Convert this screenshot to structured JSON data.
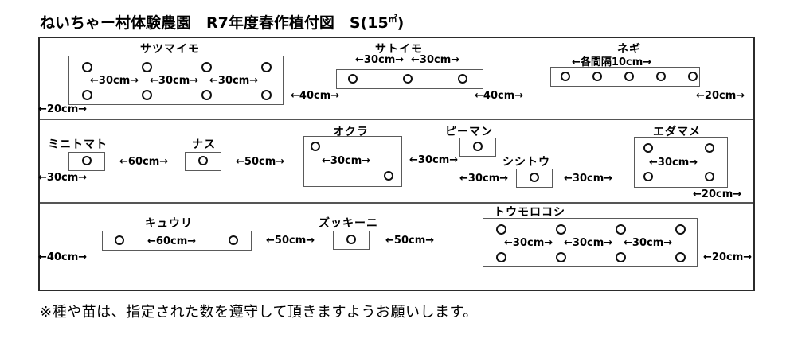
{
  "document": {
    "title_main": "ねいちゃー村体験農園　R7年度春作植付図　S(15",
    "title_unit": "㎡",
    "title_tail": ")",
    "title_full": "ねいちゃー村体験農園　R7年度春作植付図　S(15㎡)",
    "footer_note": "※種や苗は、指定された数を遵守して頂きますようお願いします。"
  },
  "colors": {
    "frame_border": "#2b2b2b",
    "row_divider": "#555555",
    "plot_border": "#5a5a5a",
    "dot_border": "#111111",
    "background": "#ffffff",
    "text": "#000000"
  },
  "rows": [
    {
      "name": "row-1",
      "crops": [
        {
          "name": "satsumaimo",
          "label": "サツマイモ",
          "plants": 8,
          "arrangement": "4x2-grid",
          "inner_dims": [
            "←30cm→",
            "←30cm→",
            "←30cm→"
          ],
          "edge_dims": [
            {
              "text": "←40cm→",
              "position": "right"
            },
            {
              "text": "←20cm→",
              "position": "below-left"
            }
          ]
        },
        {
          "name": "satoimo",
          "label": "サトイモ",
          "plants": 3,
          "arrangement": "1x3-row",
          "inner_dims": [
            "←30cm→",
            "←30cm→"
          ],
          "edge_dims": [
            {
              "text": "←40cm→",
              "position": "below-right"
            }
          ]
        },
        {
          "name": "negi",
          "label": "ネギ",
          "plants": 5,
          "arrangement": "1x5-row",
          "inner_dims": [
            "←各間隔10cm→"
          ],
          "edge_dims": [
            {
              "text": "←20cm→",
              "position": "below-right"
            }
          ]
        }
      ]
    },
    {
      "name": "row-2",
      "crops": [
        {
          "name": "minitomato",
          "label": "ミニトマト",
          "plants": 1,
          "arrangement": "single",
          "inner_dims": [],
          "edge_dims": [
            {
              "text": "←30cm→",
              "position": "below-left"
            },
            {
              "text": "←60cm→",
              "position": "right"
            }
          ]
        },
        {
          "name": "nasu",
          "label": "ナス",
          "plants": 1,
          "arrangement": "single",
          "inner_dims": [],
          "edge_dims": [
            {
              "text": "←50cm→",
              "position": "right"
            }
          ]
        },
        {
          "name": "okura",
          "label": "オクラ",
          "plants": 2,
          "arrangement": "diagonal-2",
          "inner_dims": [
            "←30cm→"
          ],
          "edge_dims": [
            {
              "text": "←30cm→",
              "position": "right"
            }
          ]
        },
        {
          "name": "piman",
          "label": "ピーマン",
          "plants": 1,
          "arrangement": "single",
          "inner_dims": [],
          "edge_dims": []
        },
        {
          "name": "shishitou",
          "label": "シシトウ",
          "plants": 1,
          "arrangement": "single",
          "inner_dims": [],
          "edge_dims": [
            {
              "text": "←30cm→",
              "position": "left"
            },
            {
              "text": "←30cm→",
              "position": "right"
            }
          ]
        },
        {
          "name": "edamame",
          "label": "エダマメ",
          "plants": 4,
          "arrangement": "2x2-grid",
          "inner_dims": [
            "←30cm→"
          ],
          "edge_dims": [
            {
              "text": "←20cm→",
              "position": "below-right"
            }
          ]
        }
      ]
    },
    {
      "name": "row-3",
      "crops": [
        {
          "name": "kyuuri",
          "label": "キュウリ",
          "plants": 2,
          "arrangement": "1x2-row",
          "inner_dims": [
            "←60cm→"
          ],
          "edge_dims": [
            {
              "text": "←40cm→",
              "position": "below-left"
            },
            {
              "text": "←50cm→",
              "position": "right"
            }
          ]
        },
        {
          "name": "zucchini",
          "label": "ズッキーニ",
          "plants": 1,
          "arrangement": "single",
          "inner_dims": [],
          "edge_dims": [
            {
              "text": "←50cm→",
              "position": "right"
            }
          ]
        },
        {
          "name": "toumorokoshi",
          "label": "トウモロコシ",
          "plants": 8,
          "arrangement": "4x2-grid",
          "inner_dims": [
            "←30cm→",
            "←30cm→",
            "←30cm→"
          ],
          "edge_dims": [
            {
              "text": "←20cm→",
              "position": "right"
            }
          ]
        }
      ]
    }
  ],
  "labels": {
    "satsumaimo": "サツマイモ",
    "satoimo": "サトイモ",
    "negi": "ネギ",
    "minitomato": "ミニトマト",
    "nasu": "ナス",
    "okura": "オクラ",
    "piman": "ピーマン",
    "shishitou": "シシトウ",
    "edamame": "エダマメ",
    "kyuuri": "キュウリ",
    "zucchini": "ズッキーニ",
    "toumorokoshi": "トウモロコシ"
  },
  "dims": {
    "d30": "←30cm→",
    "d40": "←40cm→",
    "d50": "←50cm→",
    "d60": "←60cm→",
    "d20": "←20cm→",
    "negi_spacing": "←各間隔10cm→"
  }
}
